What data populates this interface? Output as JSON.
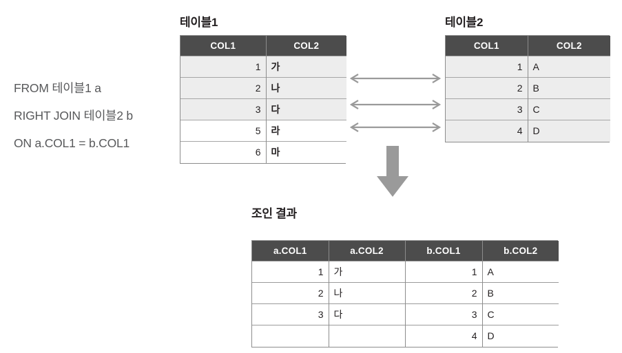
{
  "diagram": {
    "kind": "sql-right-join-illustration",
    "sql": {
      "lines": [
        "FROM 테이블1 a",
        "RIGHT JOIN 테이블2 b",
        "ON a.COL1 = b.COL1"
      ]
    },
    "left_table": {
      "title": "테이블1",
      "headers": [
        "COL1",
        "COL2"
      ],
      "rows": [
        {
          "cells": [
            "1",
            "가"
          ],
          "shaded": true
        },
        {
          "cells": [
            "2",
            "나"
          ],
          "shaded": true
        },
        {
          "cells": [
            "3",
            "다"
          ],
          "shaded": true
        },
        {
          "cells": [
            "5",
            "라"
          ],
          "shaded": false
        },
        {
          "cells": [
            "6",
            "마"
          ],
          "shaded": false
        }
      ]
    },
    "right_table": {
      "title": "테이블2",
      "headers": [
        "COL1",
        "COL2"
      ],
      "rows": [
        {
          "cells": [
            "1",
            "A"
          ],
          "shaded": true
        },
        {
          "cells": [
            "2",
            "B"
          ],
          "shaded": true
        },
        {
          "cells": [
            "3",
            "C"
          ],
          "shaded": true
        },
        {
          "cells": [
            "4",
            "D"
          ],
          "shaded": true
        }
      ]
    },
    "result_table": {
      "title": "조인 결과",
      "headers": [
        "a.COL1",
        "a.COL2",
        "b.COL1",
        "b.COL2"
      ],
      "rows": [
        {
          "cells": [
            "1",
            "가",
            "1",
            "A"
          ]
        },
        {
          "cells": [
            "2",
            "나",
            "2",
            "B"
          ]
        },
        {
          "cells": [
            "3",
            "다",
            "3",
            "C"
          ]
        },
        {
          "cells": [
            "",
            "",
            "4",
            "D"
          ]
        }
      ]
    },
    "connectors": {
      "match_arrow_count": 3,
      "match_arrow_label": "bidirectional-match-arrow",
      "flow_arrow_label": "downward-flow-arrow"
    },
    "colors": {
      "header_bg": "#4c4c4c",
      "header_text": "#ffffff",
      "row_shaded": "#ededed",
      "row_plain": "#ffffff",
      "border": "#8c8c8c",
      "text": "#231f20",
      "sql_text": "#58595b",
      "arrow": "#9a9a9a"
    }
  }
}
